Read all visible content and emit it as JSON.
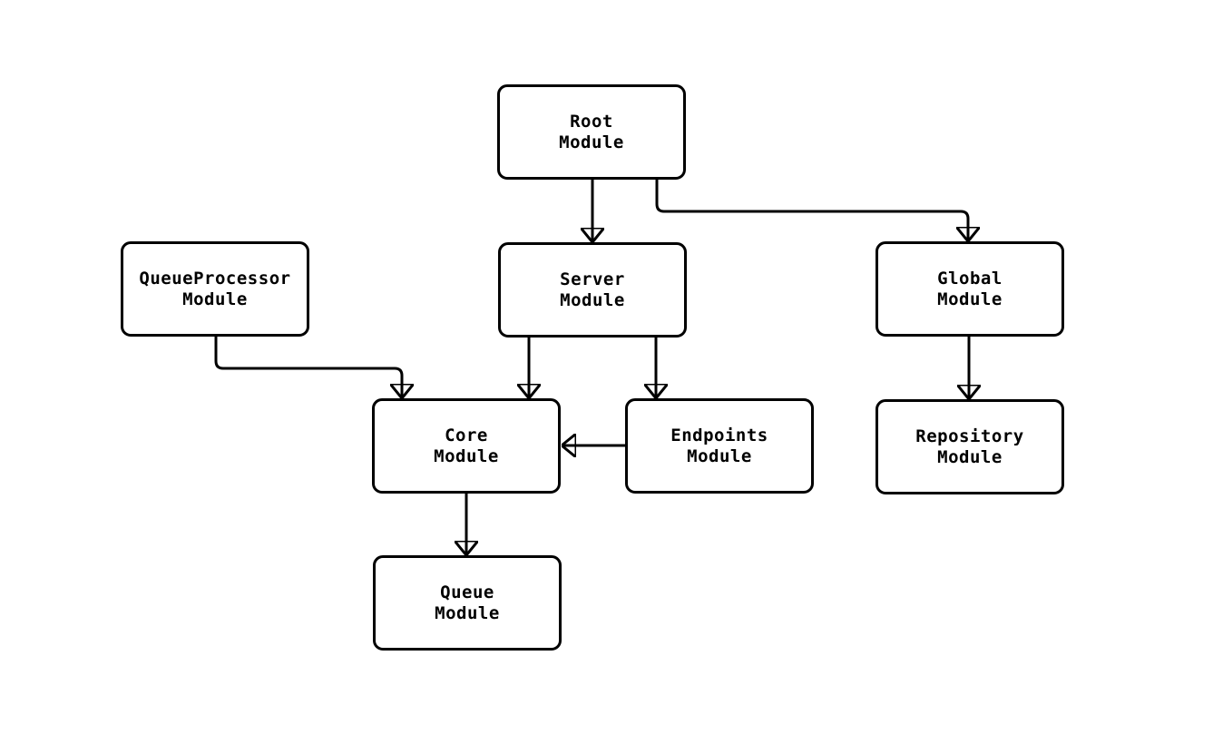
{
  "diagram": {
    "background_color": "#ffffff",
    "stroke_color": "#000000",
    "node_fill_color": "#ffffff",
    "text_color": "#000000",
    "nodes": [
      {
        "id": "root",
        "label": "Root\nModule"
      },
      {
        "id": "queueprocessor",
        "label": "QueueProcessor\nModule"
      },
      {
        "id": "server",
        "label": "Server\nModule"
      },
      {
        "id": "global",
        "label": "Global\nModule"
      },
      {
        "id": "core",
        "label": "Core\nModule"
      },
      {
        "id": "endpoints",
        "label": "Endpoints\nModule"
      },
      {
        "id": "repository",
        "label": "Repository\nModule"
      },
      {
        "id": "queue",
        "label": "Queue\nModule"
      }
    ],
    "edges": [
      {
        "from": "Root Module",
        "to": "Server Module"
      },
      {
        "from": "Root Module",
        "to": "Global Module"
      },
      {
        "from": "QueueProcessor Module",
        "to": "Core Module"
      },
      {
        "from": "Server Module",
        "to": "Core Module"
      },
      {
        "from": "Server Module",
        "to": "Endpoints Module"
      },
      {
        "from": "Endpoints Module",
        "to": "Core Module"
      },
      {
        "from": "Global Module",
        "to": "Repository Module"
      },
      {
        "from": "Core Module",
        "to": "Queue Module"
      }
    ]
  }
}
